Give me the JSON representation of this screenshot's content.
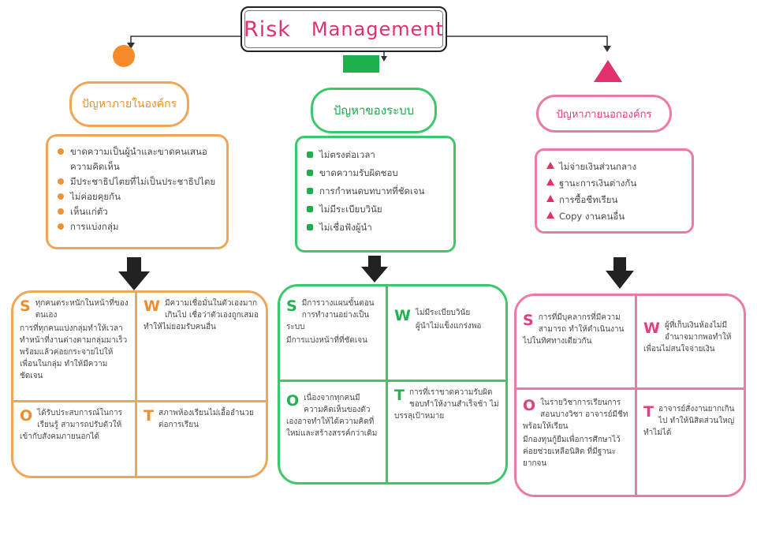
{
  "title": {
    "word1": "Risk",
    "word2": "Management"
  },
  "colors": {
    "orange": "#f0a657",
    "green": "#3cc86a",
    "pink": "#ec7aa6",
    "title": "#e0306f"
  },
  "categories": {
    "internal": {
      "label": "ปัญหาภายในองค์กร",
      "items": [
        "ขาดความเป็นผู้นำและขาดคนเสนอความคิดเห็น",
        "มีประชาธิปไตยที่ไม่เป็นประชาธิปไตย",
        "ไม่ค่อยคุยกัน",
        "เห็นแก่ตัว",
        "การแบ่งกลุ่ม"
      ],
      "swot": {
        "S": [
          "ทุกคนตระหนักในหน้าที่ของตนเอง",
          "การที่ทุกคนแบ่งกลุ่มทำให้เวลาทำหน้าที่งานต่างตามกลุ่มมาเร็วพร้อมแล้วค่อยกระจายไปให้เพื่อนในกลุ่ม ทำให้มีความชัดเจน"
        ],
        "W": [
          "มีความเชื่อมั่นในตัวเองมากเกินไป เชื่อว่าตัวเองถูกเสมอ ทำให้ไม่ยอมรับคนอื่น"
        ],
        "O": [
          "ได้รับประสบการณ์ในการเรียนรู้ สามารถปรับตัวให้เข้ากับสังคมภายนอกได้"
        ],
        "T": [
          "สภาพห้องเรียนไม่เอื้ออำนวยต่อการเรียน"
        ]
      }
    },
    "system": {
      "label": "ปัญหาของระบบ",
      "items": [
        "ไม่ตรงต่อเวลา",
        "ขาดความรับผิดชอบ",
        "การกำหนดบทบาทที่ชัดเจน",
        "ไม่มีระเบียบวินัย",
        "ไม่เชื่อฟังผู้นำ"
      ],
      "swot": {
        "S": [
          "มีการวางแผนขั้นตอน การทำงานอย่างเป็นระบบ",
          "มีการแบ่งหน้าที่ที่ชัดเจน"
        ],
        "W": [
          "ไม่มีระเบียบวินัย",
          "ผู้นำไม่แข็งแกร่งพอ"
        ],
        "O": [
          "เนื่องจากทุกคนมีความคิดเห็นของตัวเองอาจทำให้ได้ความคิดที่ใหม่และสร้างสรรค์กว่าเดิม"
        ],
        "T": [
          "การที่เราขาดความรับผิดชอบทำให้งานสำเร็จช้า ไม่บรรลุเป้าหมาย"
        ]
      }
    },
    "external": {
      "label": "ปัญหาภายนอกองค์กร",
      "items": [
        "ไม่จ่ายเงินส่วนกลาง",
        "ฐานะการเงินต่างกัน",
        "การซื้อชีทเรียน",
        "Copy งานคนอื่น"
      ],
      "swot": {
        "S": [
          "การที่มีบุคลากรที่มีความสามารถ ทำให้ดำเนินงานไปในทิศทางเดียวกัน"
        ],
        "W": [
          "ผู้ที่เก็บเงินห้องไม่มีอำนาจมากพอทำให้เพื่อนไม่สนใจจ่ายเงิน"
        ],
        "O": [
          "ในรายวิชาการเรียนการสอนบางวิชา อาจารย์มีชีทพร้อมให้เรียน",
          "มีกองทุนกู้ยืมเพื่อการศึกษาไว้ค่อยช่วยเหลือนิสิต ที่มีฐานะยากจน"
        ],
        "T": [
          "อาจารย์สั่งงานยากเกินไป ทำให้นิสิตส่วนใหญ่ทำไม่ได้"
        ]
      }
    }
  }
}
